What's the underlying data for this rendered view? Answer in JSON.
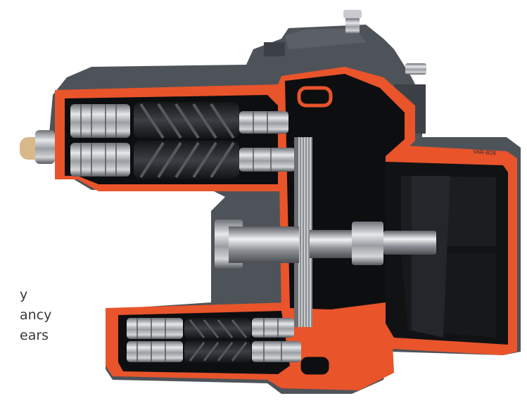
{
  "caption_fragments": [
    "y",
    "ancy",
    "ears"
  ],
  "housing_marking": "VAR-B28",
  "colors": {
    "background": "#ffffff",
    "housing_grey": "#4e5359",
    "housing_dark": "#2f3338",
    "cut_section_orange": "#e9542b",
    "cavity_black": "#0d0e10",
    "metal": "#b9bcc0",
    "caption_text": "#3a3a3a"
  }
}
